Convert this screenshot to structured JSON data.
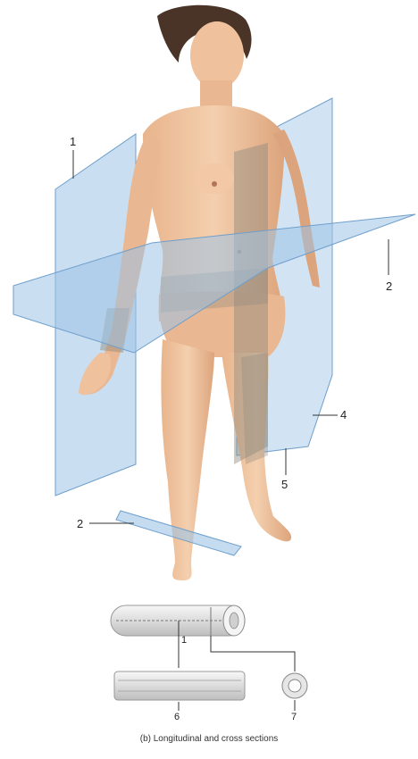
{
  "figure": {
    "labels": {
      "sagittal_plane": "1",
      "transverse_plane": "2",
      "transverse_plane_leg": "2",
      "frontal_plane": "4",
      "midsagittal_plane": "5",
      "longitudinal_line": "1",
      "longitudinal_section": "6",
      "cross_section": "7"
    },
    "caption": "(b) Longitudinal and cross sections",
    "colors": {
      "plane_fill": "#9cc3e6",
      "plane_edge": "#6f9fcc",
      "skin": "#f0c39e",
      "skin_shadow": "#d89d73",
      "tube": "#e6e6e6"
    }
  }
}
